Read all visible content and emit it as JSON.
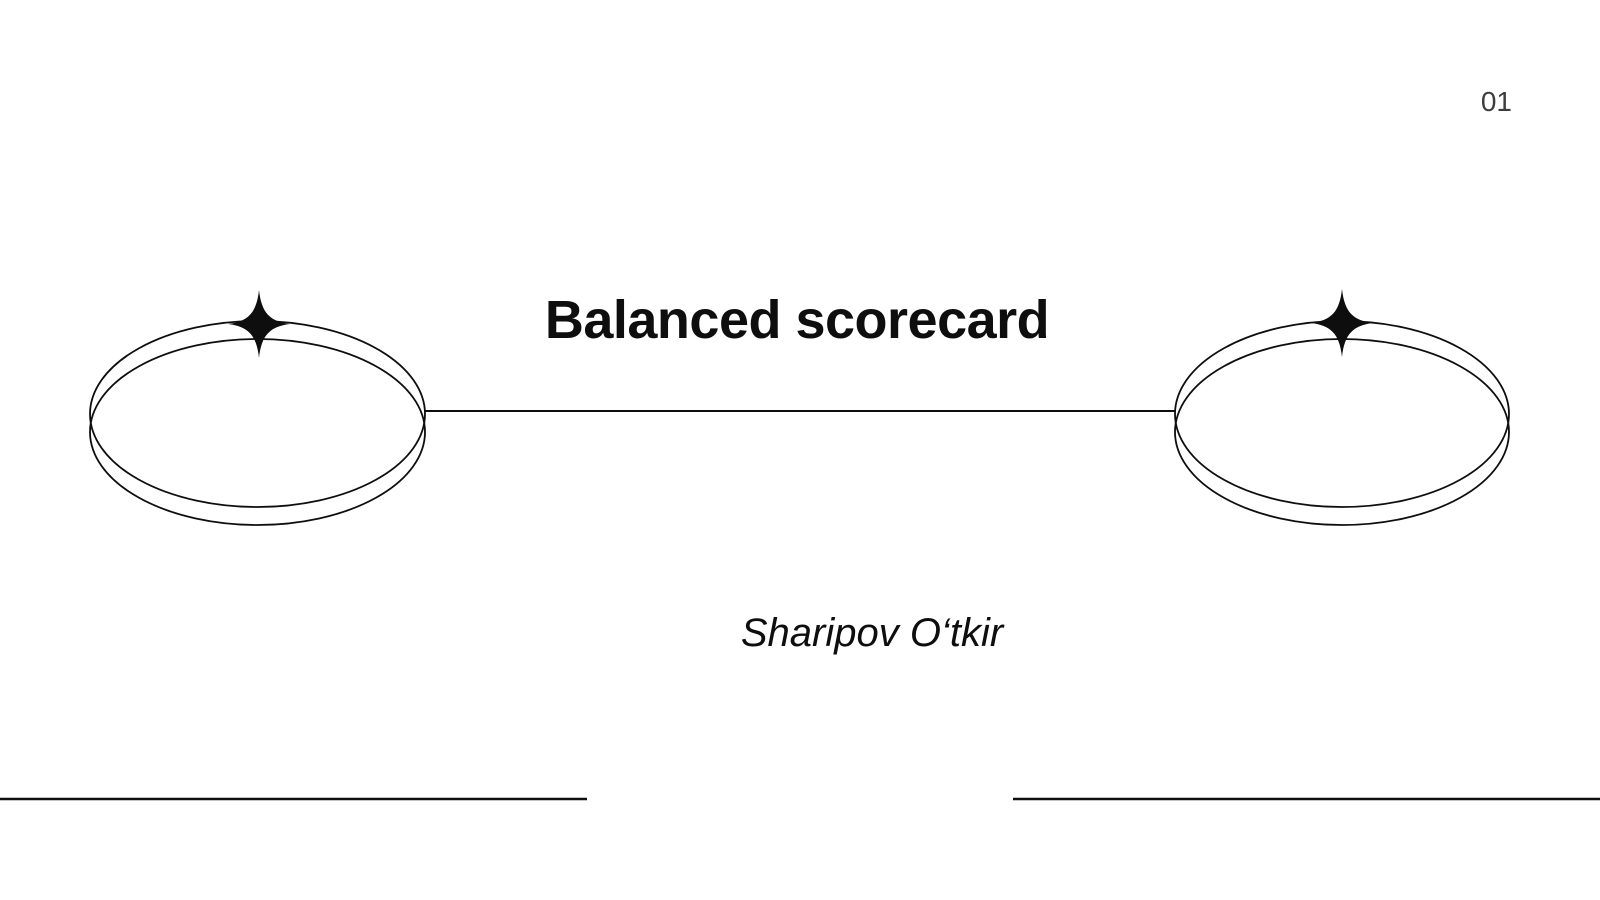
{
  "slide": {
    "page_number": "01",
    "title": "Balanced scorecard",
    "subtitle": "Sharipov O‘tkir"
  },
  "icons": {
    "left_decoration": "double-ellipse-ring-with-sparkle",
    "right_decoration": "double-ellipse-ring-with-sparkle",
    "sparkle": "four-point-star-icon"
  },
  "colors": {
    "background": "#ffffff",
    "ink": "#0e0e0e",
    "page_number": "#3d3d3d"
  }
}
